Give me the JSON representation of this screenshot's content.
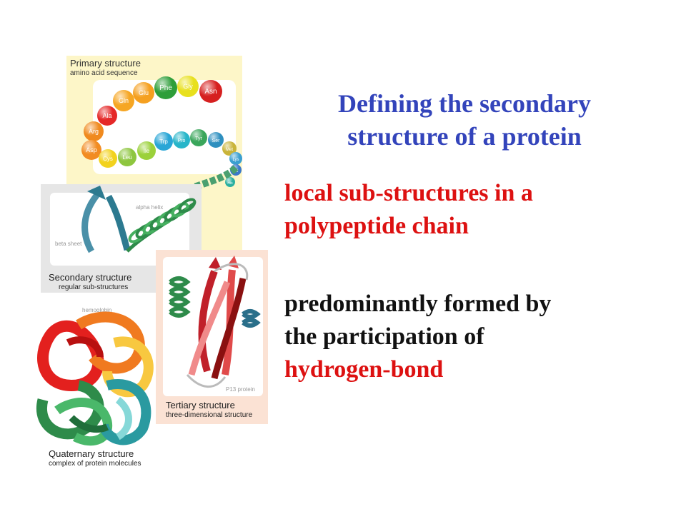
{
  "slide": {
    "title_line1": "Defining the secondary",
    "title_line2": "structure of a protein",
    "definition_line1": "local sub-structures in a",
    "definition_line2": "polypeptide chain",
    "formed_line1": "predominantly formed by",
    "formed_line2": "the participation of",
    "formed_line3": "hydrogen-bond",
    "colors": {
      "title": "#3344bb",
      "highlight": "#dd1111",
      "text": "#111111"
    }
  },
  "diagram": {
    "primary": {
      "title": "Primary structure",
      "subtitle": "amino acid sequence"
    },
    "secondary": {
      "title": "Secondary structure",
      "subtitle": "regular sub-structures",
      "alpha_label": "alpha helix",
      "beta_label": "beta sheet"
    },
    "tertiary": {
      "title": "Tertiary structure",
      "subtitle": "three-dimensional structure",
      "protein_label": "P13 protein"
    },
    "quaternary": {
      "title": "Quaternary structure",
      "subtitle": "complex of protein molecules",
      "protein_label": "hemoglobin"
    },
    "amino_acids": [
      {
        "label": "Gln",
        "color": "#f6a623"
      },
      {
        "label": "Glu",
        "color": "#f5a020"
      },
      {
        "label": "Phe",
        "color": "#2e9e3a"
      },
      {
        "label": "Gly",
        "color": "#e8e01e"
      },
      {
        "label": "Asn",
        "color": "#d62020"
      },
      {
        "label": "Ala",
        "color": "#e52828"
      },
      {
        "label": "Arg",
        "color": "#f08a1e"
      },
      {
        "label": "Asp",
        "color": "#f28c22"
      },
      {
        "label": "Cys",
        "color": "#f2d21e"
      },
      {
        "label": "Leu",
        "color": "#8ec63f"
      },
      {
        "label": "Ile",
        "color": "#9bd13a"
      },
      {
        "label": "Trp",
        "color": "#29a6d6"
      },
      {
        "label": "Pro",
        "color": "#27b5c9"
      },
      {
        "label": "Tyr",
        "color": "#3aa65b"
      },
      {
        "label": "Ser",
        "color": "#2e8fbf"
      },
      {
        "label": "Met",
        "color": "#c9b43a"
      },
      {
        "label": "Lys",
        "color": "#3a9fd0"
      },
      {
        "label": "Val",
        "color": "#3a78c9"
      },
      {
        "label": "His",
        "color": "#2bb0a0"
      }
    ]
  }
}
